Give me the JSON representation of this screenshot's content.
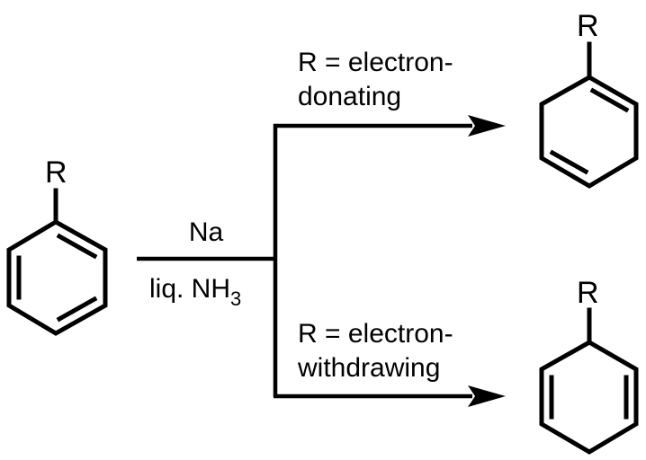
{
  "diagram": {
    "type": "reaction-scheme",
    "title": "Birch reduction",
    "colors": {
      "ink": "#000000",
      "background": "#ffffff"
    },
    "reactant": {
      "name": "substituted-benzene",
      "substituent_label": "R",
      "double_bonds": 3
    },
    "conditions": {
      "reagent": "Na",
      "solvent_prefix": "liq. NH",
      "solvent_subscript": "3"
    },
    "branches": [
      {
        "name": "electron-donating",
        "condition_line1": "R = electron-",
        "condition_line2": "donating",
        "product": {
          "name": "1-substituted-1,4-cyclohexadiene",
          "substituent_label": "R"
        }
      },
      {
        "name": "electron-withdrawing",
        "condition_line1": "R = electron-",
        "condition_line2": "withdrawing",
        "product": {
          "name": "3-substituted-1,4-cyclohexadiene",
          "substituent_label": "R"
        }
      }
    ]
  }
}
